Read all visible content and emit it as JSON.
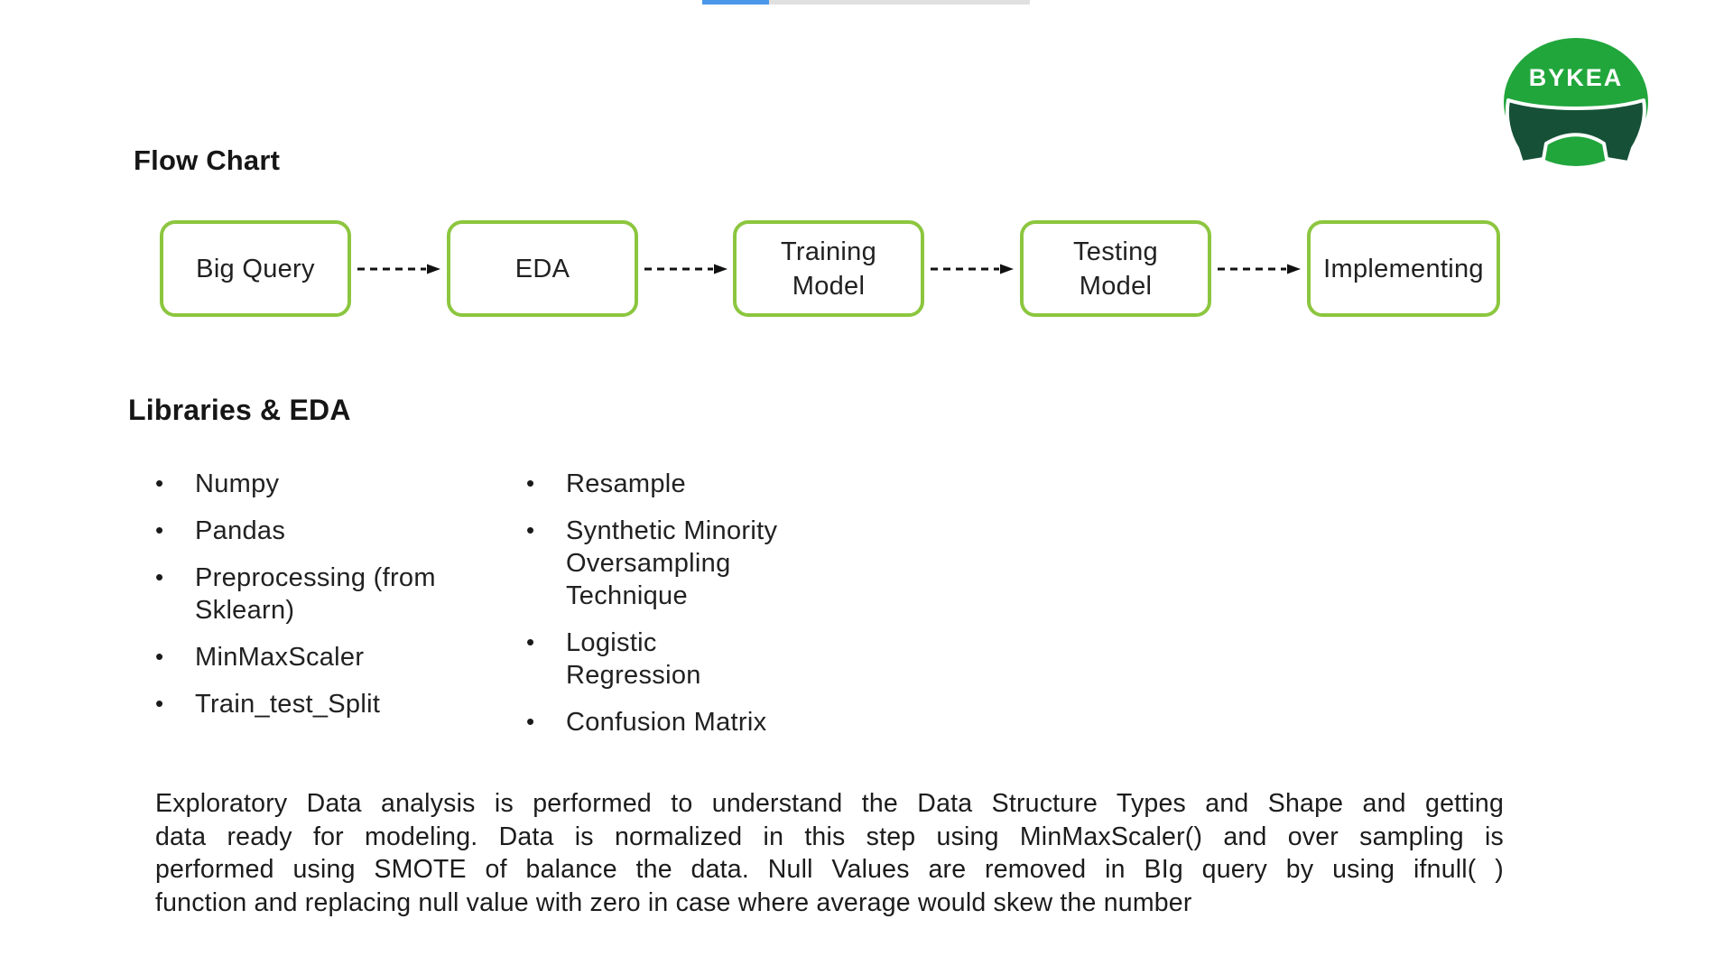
{
  "scrollbar": {
    "note": "horizontal scrollbar fragment at top of viewport"
  },
  "logo": {
    "brand": "BYKEA"
  },
  "headings": {
    "flow_chart": "Flow Chart",
    "libraries": "Libraries & EDA"
  },
  "flowchart": {
    "steps": [
      {
        "label": "Big Query"
      },
      {
        "label": "EDA"
      },
      {
        "label": "Training\nModel"
      },
      {
        "label": "Testing\nModel"
      },
      {
        "label": "Implementing"
      }
    ]
  },
  "libraries": {
    "column1": [
      "Numpy",
      "Pandas",
      "Preprocessing (from\nSklearn)",
      "MinMaxScaler",
      "Train_test_Split"
    ],
    "column2": [
      "Resample",
      "Synthetic Minority\nOversampling\nTechnique",
      "Logistic\nRegression",
      "Confusion Matrix"
    ]
  },
  "paragraph": {
    "lines": [
      "Exploratory Data analysis is performed to understand the Data Structure Types and Shape and getting",
      "data ready for modeling. Data is normalized in this step using MinMaxScaler() and over sampling is",
      "performed using SMOTE of balance the data. Null Values are removed in BIg query by using ifnull( )",
      "function and replacing null value with zero in case where average would skew the number"
    ]
  },
  "ui": {
    "bullet": "•"
  },
  "colors": {
    "box_border_green": "#8CC63F",
    "arrow_black": "#111111",
    "logo_green": "#21A63C",
    "logo_dark_green": "#165137",
    "scrollbar_blue": "#4B97EA",
    "scrollbar_track_gray": "#E0E0E0",
    "text_dark": "#1F1F1F"
  }
}
